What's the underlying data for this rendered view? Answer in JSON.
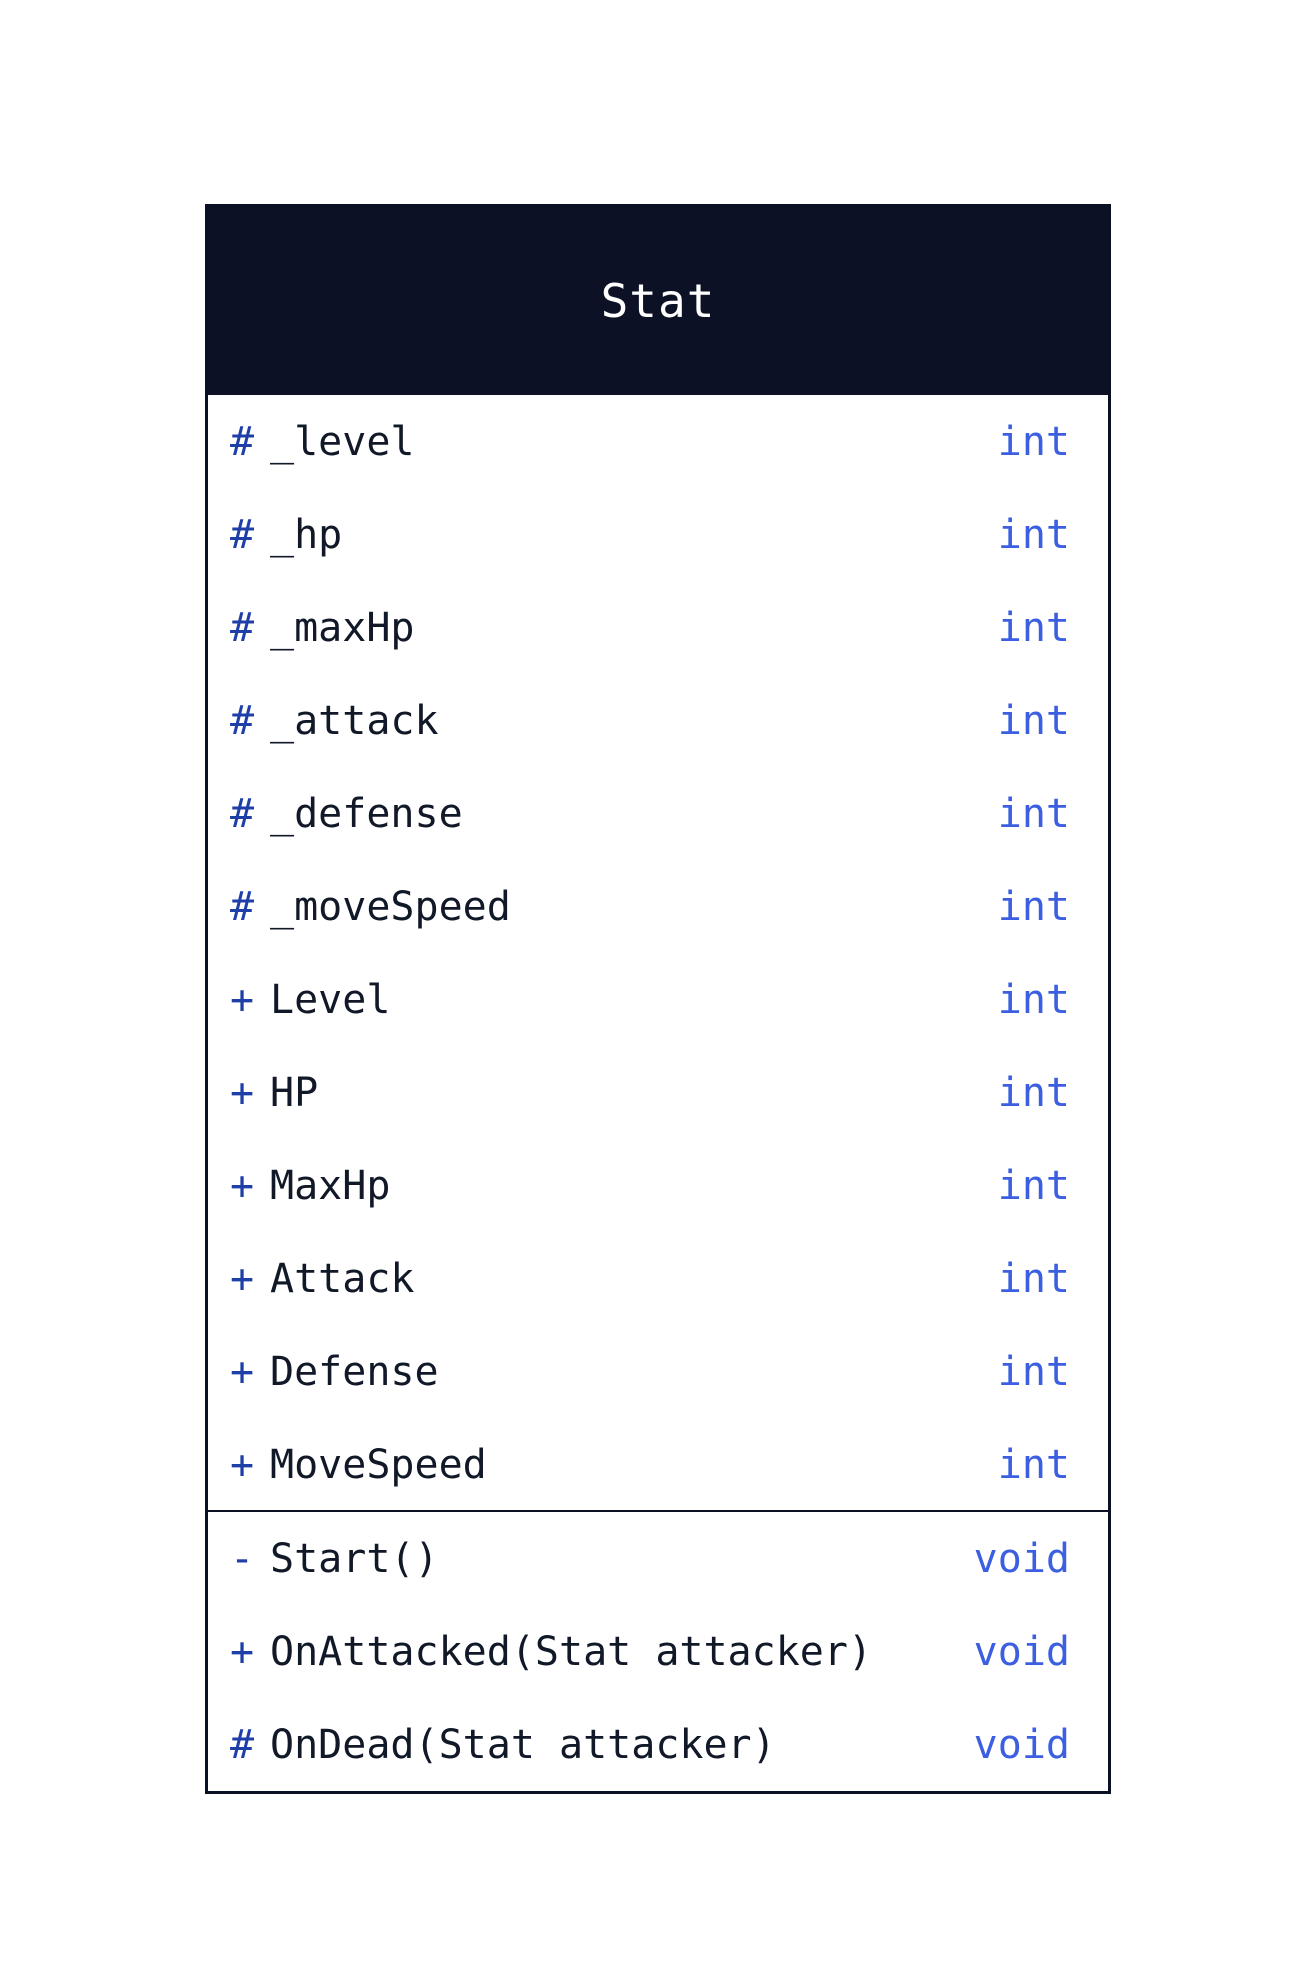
{
  "class_name": "Stat",
  "attributes": [
    {
      "visibility": "#",
      "name": "_level",
      "type": "int"
    },
    {
      "visibility": "#",
      "name": "_hp",
      "type": "int"
    },
    {
      "visibility": "#",
      "name": "_maxHp",
      "type": "int"
    },
    {
      "visibility": "#",
      "name": "_attack",
      "type": "int"
    },
    {
      "visibility": "#",
      "name": "_defense",
      "type": "int"
    },
    {
      "visibility": "#",
      "name": "_moveSpeed",
      "type": "int"
    },
    {
      "visibility": "+",
      "name": "Level",
      "type": "int"
    },
    {
      "visibility": "+",
      "name": "HP",
      "type": "int"
    },
    {
      "visibility": "+",
      "name": "MaxHp",
      "type": "int"
    },
    {
      "visibility": "+",
      "name": "Attack",
      "type": "int"
    },
    {
      "visibility": "+",
      "name": "Defense",
      "type": "int"
    },
    {
      "visibility": "+",
      "name": "MoveSpeed",
      "type": "int"
    }
  ],
  "operations": [
    {
      "visibility": "-",
      "name": "Start()",
      "type": "void"
    },
    {
      "visibility": "+",
      "name": "OnAttacked(Stat attacker)",
      "type": "void"
    },
    {
      "visibility": "#",
      "name": "OnDead(Stat attacker)",
      "type": "void"
    }
  ],
  "colors": {
    "header_bg": "#0c1126",
    "visibility": "#1f3fa8",
    "type": "#3b5fe0",
    "text": "#111827"
  }
}
